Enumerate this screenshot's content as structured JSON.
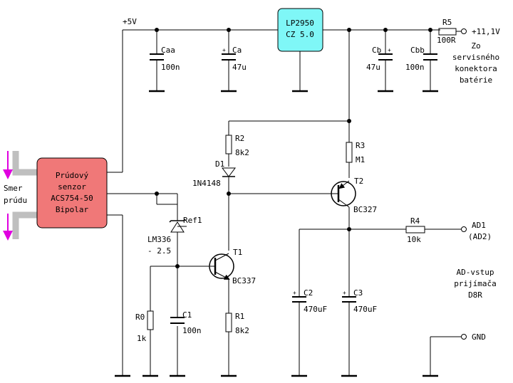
{
  "labels": {
    "vcc": "+5V",
    "sensor_l1": "Prúdový",
    "sensor_l2": "senzor",
    "sensor_l3": "ACS754-50",
    "sensor_l4": "Bipolar",
    "reg_l1": "LP2950",
    "reg_l2": "CZ 5.0",
    "caa_name": "Caa",
    "caa_val": "100n",
    "ca_name": "Ca",
    "ca_val": "47u",
    "cb_name": "Cb",
    "cb_val": "47u",
    "cbb_name": "Cbb",
    "cbb_val": "100n",
    "r5_name": "R5",
    "r5_val": "100R",
    "in_v": "+11,1V",
    "zo_l1": "Zo",
    "zo_l2": "servisného",
    "zo_l3": "konektora",
    "zo_l4": "batérie",
    "r2_name": "R2",
    "r2_val": "8k2",
    "r3_name": "R3",
    "r3_val": "M1",
    "d1_name": "D1",
    "d1_val": "1N4148",
    "t2_name": "T2",
    "t2_val": "BC327",
    "ref_name": "Ref1",
    "ref_l1": "LM336",
    "ref_l2": "- 2.5",
    "t1_name": "T1",
    "t1_val": "BC337",
    "r4_name": "R4",
    "r4_val": "10k",
    "ad1": "AD1",
    "ad2": "(AD2)",
    "adv_l1": "AD-vstup",
    "adv_l2": "prijímača",
    "adv_l3": "D8R",
    "r0_name": "R0",
    "r0_val": "1k",
    "c1_name": "C1",
    "c1_val": "100n",
    "r1_name": "R1",
    "r1_val": "8k2",
    "c2_name": "C2",
    "c2_val": "470uF",
    "c3_name": "C3",
    "c3_val": "470uF",
    "gnd": "GND",
    "smer_l1": "Smer",
    "smer_l2": "prúdu",
    "plus": "+"
  },
  "colors": {
    "sensor_fill": "#F07878",
    "regulator_fill": "#7FF7F7",
    "conductor": "#BFBFBF",
    "arrow": "#E000E0"
  }
}
